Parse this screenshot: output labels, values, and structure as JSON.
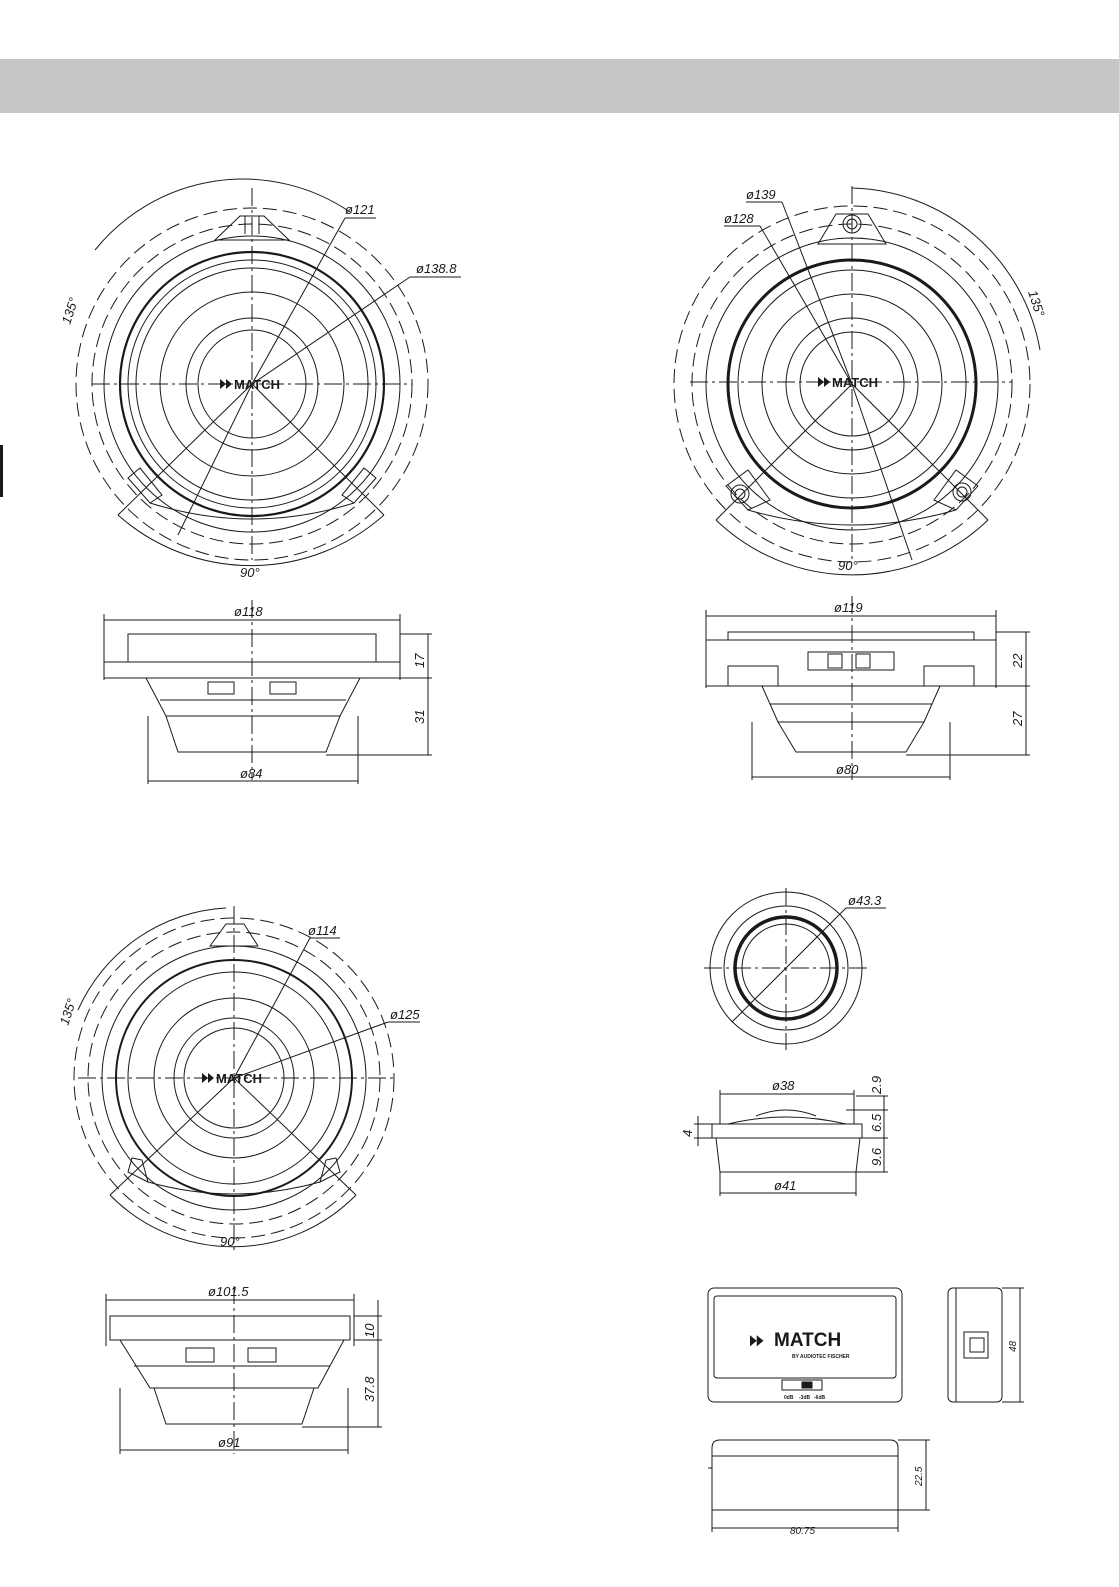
{
  "header": {
    "color": "#c6c6c6"
  },
  "drawings": {
    "woofer_a_front": {
      "dia_inner": "ø121",
      "dia_outer": "ø138.8",
      "angle_top": "135°",
      "angle_bottom": "90°",
      "logo": "MATCH"
    },
    "woofer_a_side": {
      "dia_top": "ø118",
      "dia_bottom": "ø84",
      "height_flange": "17",
      "height_body": "31"
    },
    "woofer_b_front": {
      "dia_outer": "ø139",
      "dia_inner": "ø128",
      "angle_top": "135°",
      "angle_bottom": "90°",
      "logo": "MATCH"
    },
    "woofer_b_side": {
      "dia_top": "ø119",
      "dia_bottom": "ø80",
      "height_flange": "22",
      "height_body": "27"
    },
    "woofer_c_front": {
      "dia_inner": "ø114",
      "dia_outer": "ø125",
      "angle_top": "135°",
      "angle_bottom": "90°",
      "logo": "MATCH"
    },
    "woofer_c_side": {
      "dia_top": "ø101.5",
      "dia_bottom": "ø91",
      "height_flange": "10",
      "height_body": "37.8"
    },
    "tweeter_front": {
      "dia": "ø43.3"
    },
    "tweeter_side": {
      "dia_top": "ø38",
      "dia_bottom": "ø41",
      "h1": "2.9",
      "h2": "6.5",
      "h3": "9.6",
      "h_left": "4"
    },
    "crossover": {
      "brand": "MATCH",
      "brand_sub": "BY AUDIOTEC FISCHER",
      "switch_labels": [
        "0dB",
        "-3dB",
        "-6dB"
      ],
      "height": "48",
      "depth": "22.5",
      "width": "80.75"
    }
  }
}
